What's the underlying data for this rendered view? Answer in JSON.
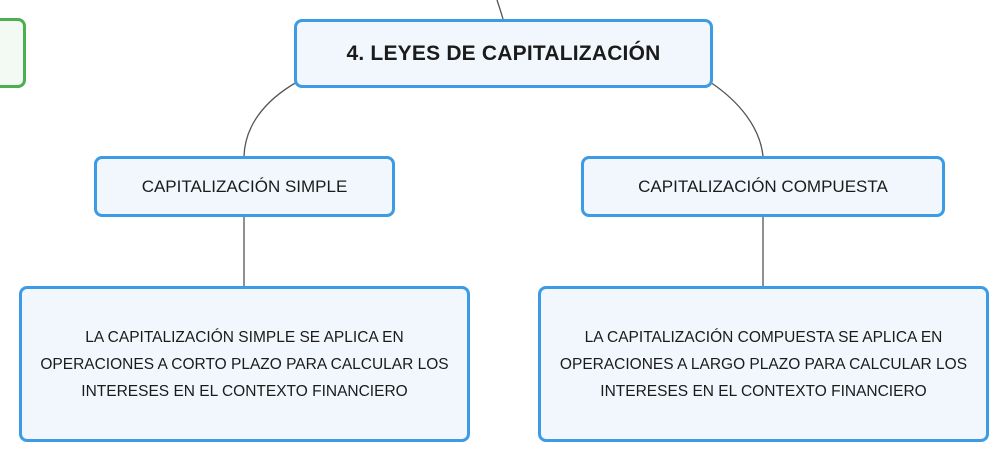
{
  "diagram": {
    "root": {
      "label": "4. LEYES DE CAPITALIZACIÓN"
    },
    "branches": [
      {
        "label": "CAPITALIZACIÓN SIMPLE",
        "description": "LA CAPITALIZACIÓN SIMPLE SE APLICA EN OPERACIONES A CORTO PLAZO PARA CALCULAR LOS INTERESES EN EL CONTEXTO FINANCIERO"
      },
      {
        "label": "CAPITALIZACIÓN COMPUESTA",
        "description": "LA CAPITALIZACIÓN COMPUESTA SE APLICA EN OPERACIONES A LARGO PLAZO PARA CALCULAR LOS INTERESES EN EL CONTEXTO FINANCIERO"
      }
    ],
    "colors": {
      "node_border": "#3d9be6",
      "node_fill": "#f1f7fc",
      "connector": "#555555",
      "side_node_border": "#4caf50"
    }
  }
}
